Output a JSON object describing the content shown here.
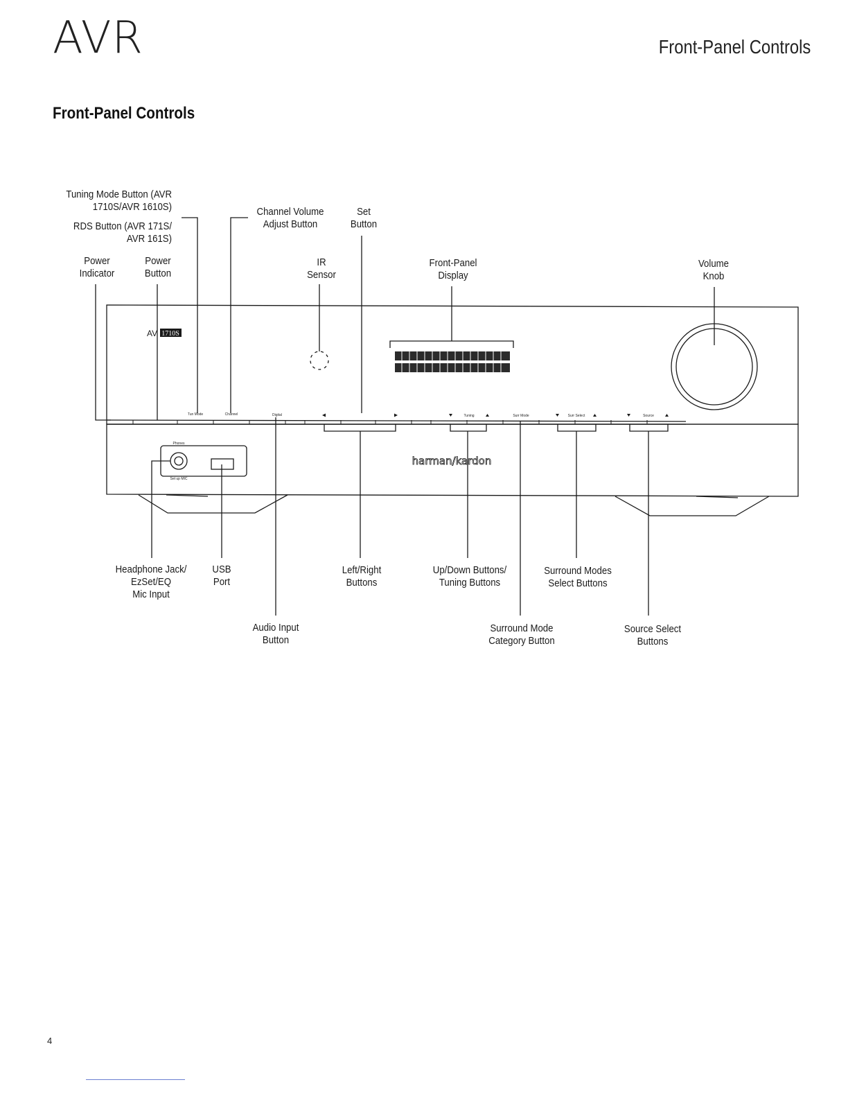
{
  "header": {
    "logo_text": "AVR",
    "title": "Front-Panel Controls"
  },
  "section": {
    "heading": "Front-Panel Controls"
  },
  "callouts": {
    "tuning_mode_line1": "Tuning Mode Button (AVR",
    "tuning_mode_line2": "1710S/AVR 1610S)",
    "rds_line1": "RDS Button (AVR 171S/",
    "rds_line2": "AVR 161S)",
    "power_indicator_line1": "Power",
    "power_indicator_line2": "Indicator",
    "power_button_line1": "Power",
    "power_button_line2": "Button",
    "channel_volume_line1": "Channel Volume",
    "channel_volume_line2": "Adjust Button",
    "set_line1": "Set",
    "set_line2": "Button",
    "ir_line1": "IR",
    "ir_line2": "Sensor",
    "display_line1": "Front-Panel",
    "display_line2": "Display",
    "volume_line1": "Volume",
    "volume_line2": "Knob",
    "headphone_line1": "Headphone Jack/",
    "headphone_line2": "EzSet/EQ",
    "headphone_line3": "Mic Input",
    "usb_line1": "USB",
    "usb_line2": "Port",
    "leftright_line1": "Left/Right",
    "leftright_line2": "Buttons",
    "updown_line1": "Up/Down Buttons/",
    "updown_line2": "Tuning Buttons",
    "surround_modes_line1": "Surround Modes",
    "surround_modes_line2": "Select Buttons",
    "audio_input_line1": "Audio Input",
    "audio_input_line2": "Button",
    "surround_category_line1": "Surround Mode",
    "surround_category_line2": "Category Button",
    "source_select_line1": "Source Select",
    "source_select_line2": "Buttons"
  },
  "panel_labels": {
    "model_badge": "1710S",
    "model_prefix": "AV",
    "tun_mode": "Tun Mode",
    "channel": "Channel",
    "digital": "Digital",
    "tuning": "Tuning",
    "surr_mode": "Surr Mode",
    "surr_select": "Surr Select",
    "source": "Source",
    "phones": "Phones",
    "setup_mic": "Set up MIC",
    "brand": "harman/kardon"
  },
  "footer": {
    "page_number": "4"
  }
}
